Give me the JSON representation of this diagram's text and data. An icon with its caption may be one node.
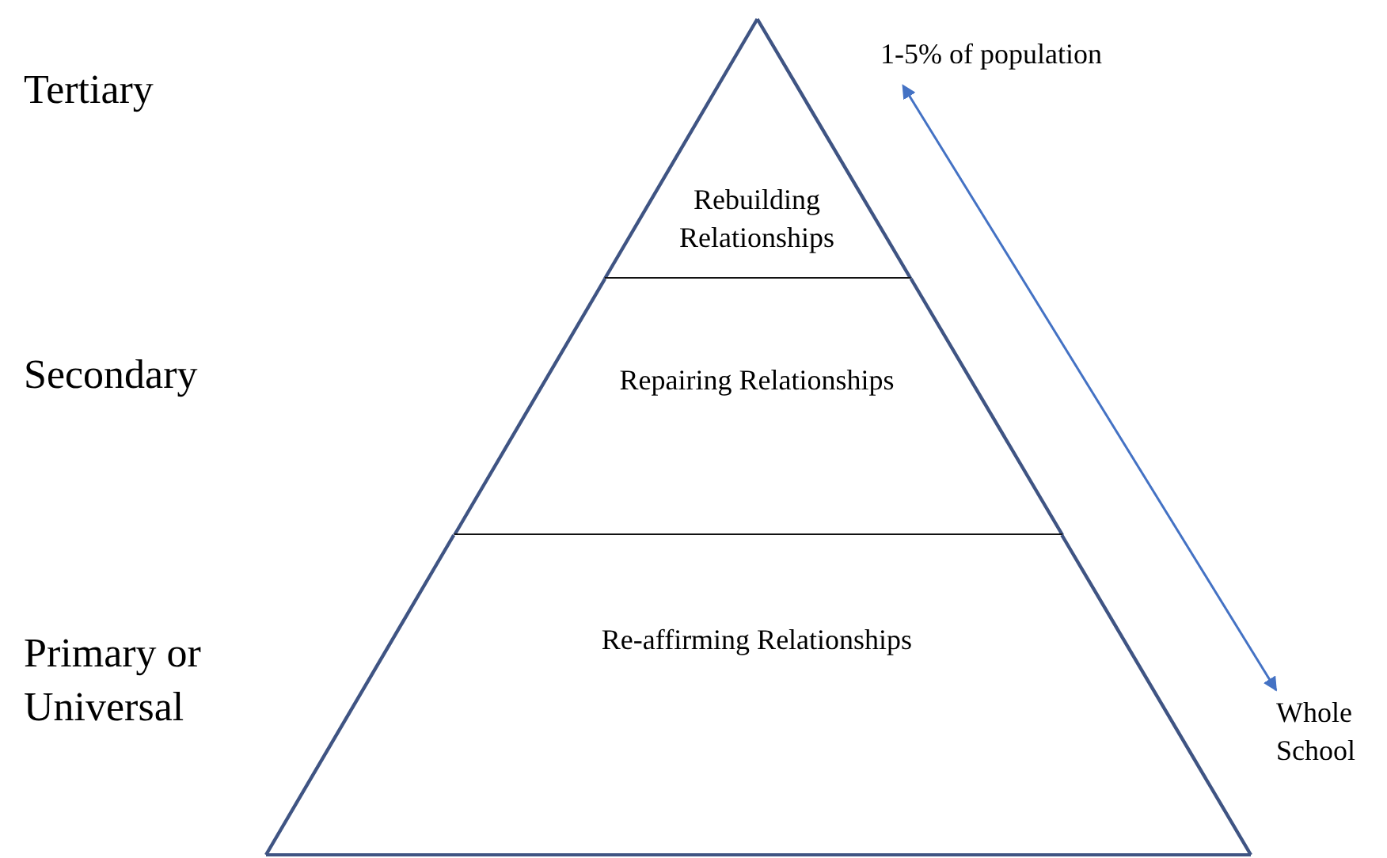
{
  "diagram": {
    "nodes": [
      {
        "text": [
          "Rebuilding Relationships"
        ]
      },
      {
        "text": [
          "Repairing Relationships"
        ]
      },
      {
        "text": [
          "Re-affirming Relationships"
        ]
      },
      {
        "text": [
          "1-5% of population"
        ]
      },
      {
        "text": [
          "Whole School"
        ]
      }
    ],
    "edges": [
      {
        "from": 3,
        "to": 4,
        "arrow": "both",
        "color": "#4472c4"
      }
    ],
    "labels": [
      "Tertiary",
      "Secondary",
      "Primary or Universal"
    ]
  }
}
